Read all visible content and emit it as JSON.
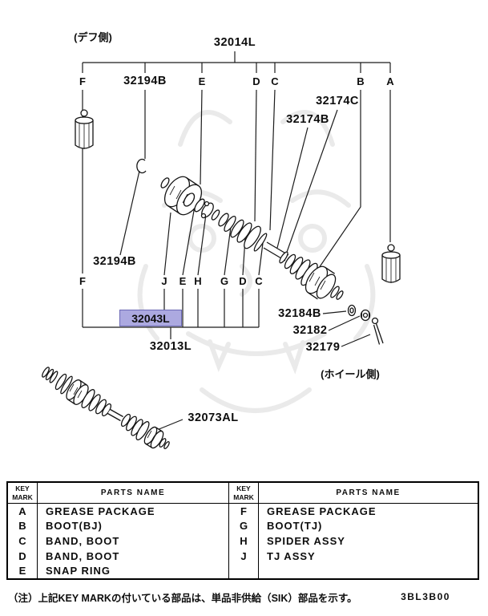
{
  "diagram": {
    "def_side_label": "(デフ側)",
    "wheel_side_label": "(ホイール側)",
    "labels": {
      "assy_upper": "32014L",
      "shaft_assy_c": "32174C",
      "shaft_assy_b": "32174B",
      "circlip_upper": "32194B",
      "circlip_lower": "32194B",
      "bare_shaft_highlighted": "32043L",
      "driveshaft_assy": "32013L",
      "washer": "32184B",
      "nut": "32182",
      "cotter_pin": "32179",
      "axle_assy": "32073AL"
    },
    "top_keys": [
      "F",
      "E",
      "D",
      "C",
      "B",
      "A"
    ],
    "bottom_keys": [
      "F",
      "J",
      "E",
      "H",
      "G",
      "D",
      "C"
    ],
    "highlight_color": "#aca9e0"
  },
  "table": {
    "key_header": "KEY\nMARK",
    "parts_header": "PARTS NAME",
    "left_rows": [
      {
        "key": "A",
        "name": "GREASE PACKAGE"
      },
      {
        "key": "B",
        "name": "BOOT(BJ)"
      },
      {
        "key": "C",
        "name": "BAND, BOOT"
      },
      {
        "key": "D",
        "name": "BAND, BOOT"
      },
      {
        "key": "E",
        "name": "SNAP RING"
      }
    ],
    "right_rows": [
      {
        "key": "F",
        "name": "GREASE PACKAGE"
      },
      {
        "key": "G",
        "name": "BOOT(TJ)"
      },
      {
        "key": "H",
        "name": "SPIDER ASSY"
      },
      {
        "key": "J",
        "name": "TJ ASSY"
      },
      {
        "key": "",
        "name": ""
      }
    ]
  },
  "footer": {
    "note": "（注）上記KEY MARKの付いている部品は、単品非供給（SIK）部品を示す。",
    "code": "3BL3B00"
  }
}
